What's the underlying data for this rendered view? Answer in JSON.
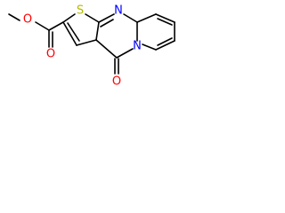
{
  "molecule": {
    "atoms": [
      {
        "id": "o_methyl",
        "label": "O",
        "color": "#ff0000"
      },
      {
        "id": "o_carbonyl",
        "label": "O",
        "color": "#ff0000"
      },
      {
        "id": "s_thiophene",
        "label": "S",
        "color": "#b8b800"
      },
      {
        "id": "n_imine",
        "label": "N",
        "color": "#0000ff"
      },
      {
        "id": "n_bridge",
        "label": "N",
        "color": "#0000ff"
      },
      {
        "id": "o_ketone",
        "label": "O",
        "color": "#ff0000"
      }
    ]
  }
}
